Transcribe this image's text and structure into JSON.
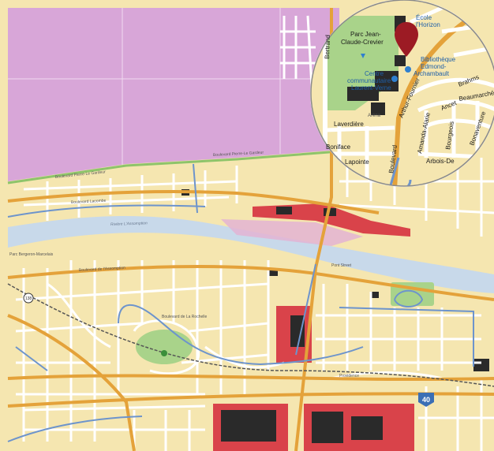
{
  "colors": {
    "background_land": "#f5e6b0",
    "industrial_zone": "#d8a6d8",
    "river": "#c8d9ea",
    "park": "#a9d38a",
    "commercial": "#d9434a",
    "building": "#2a2a2a",
    "street": "#ffffff",
    "minor_street_outline": "#c9b47a",
    "arterial": "#e4a23a",
    "bike_path": "#6d94cc",
    "rail": "#555555",
    "highway_shield": "#3b6fb5",
    "map_pin": "#9c1b24"
  },
  "labels": {
    "park_jean": "Parc Jean-",
    "park_claude": "Claude-Crevier",
    "ecole": "École",
    "horizon": "l'Horizon",
    "biblio": "Bibliothèque",
    "edmond": "Edmond-",
    "archambault": "Archambault",
    "centre": "Centre",
    "communautaire": "communautaire",
    "laurent_verne": "Laurent-Verne",
    "arena": "Aréna",
    "bertrand": "Bertrand",
    "arthur_fournier": "Arthur-Fournier",
    "laverdiere": "Laverdière",
    "boniface": "Boniface",
    "lapointe": "Lapointe",
    "boulevard": "Boulevard",
    "amanda_alarie": "Amanda-Alarie",
    "bourgeois": "Bourgeois",
    "ancet": "Ancet",
    "beaumarche": "Beaumarché",
    "arbois_de": "Arbois-De",
    "brahms": "Brahms",
    "bonaventure": "Bonaventure",
    "blvd_lacombe": "Boulevard Lacombe",
    "blvd_assomption": "Boulevard de l'Assomption",
    "blvd_rochelle": "Boulevard de La Rochelle",
    "riviere_assomption": "Rivière L'Assomption",
    "pont_street": "Pont Street",
    "providence": "Providence",
    "parc_bergeron": "Parc Bergeron-Marcelais",
    "blvd_pierre_garceau": "Boulevard Pierre-Le Gardeur",
    "blvd_pierre_garceau2": "Boulevard Pierre-Le Gardeur"
  },
  "shields": {
    "a40": "40",
    "r138": "138"
  },
  "icons": {
    "pin": "map-pin-icon",
    "school": "school-icon",
    "library": "library-icon",
    "community": "community-centre-icon",
    "park": "park-tree-icon"
  }
}
